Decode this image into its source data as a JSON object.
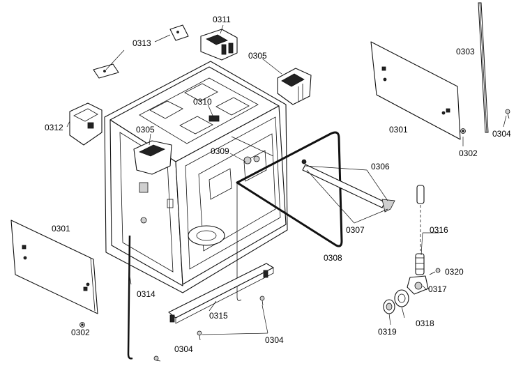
{
  "diagram": {
    "labels": {
      "l0301a": "0301",
      "l0301b": "0301",
      "l0302a": "0302",
      "l0302b": "0302",
      "l0303": "0303",
      "l0304a": "0304",
      "l0304b": "0304",
      "l0304c": "0304",
      "l0305a": "0305",
      "l0305b": "0305",
      "l0306": "0306",
      "l0307": "0307",
      "l0308": "0308",
      "l0309": "0309",
      "l0310": "0310",
      "l0311": "0311",
      "l0312": "0312",
      "l0313": "0313",
      "l0314": "0314",
      "l0315": "0315",
      "l0316": "0316",
      "l0317": "0317",
      "l0318": "0318",
      "l0319": "0319",
      "l0320": "0320"
    }
  }
}
